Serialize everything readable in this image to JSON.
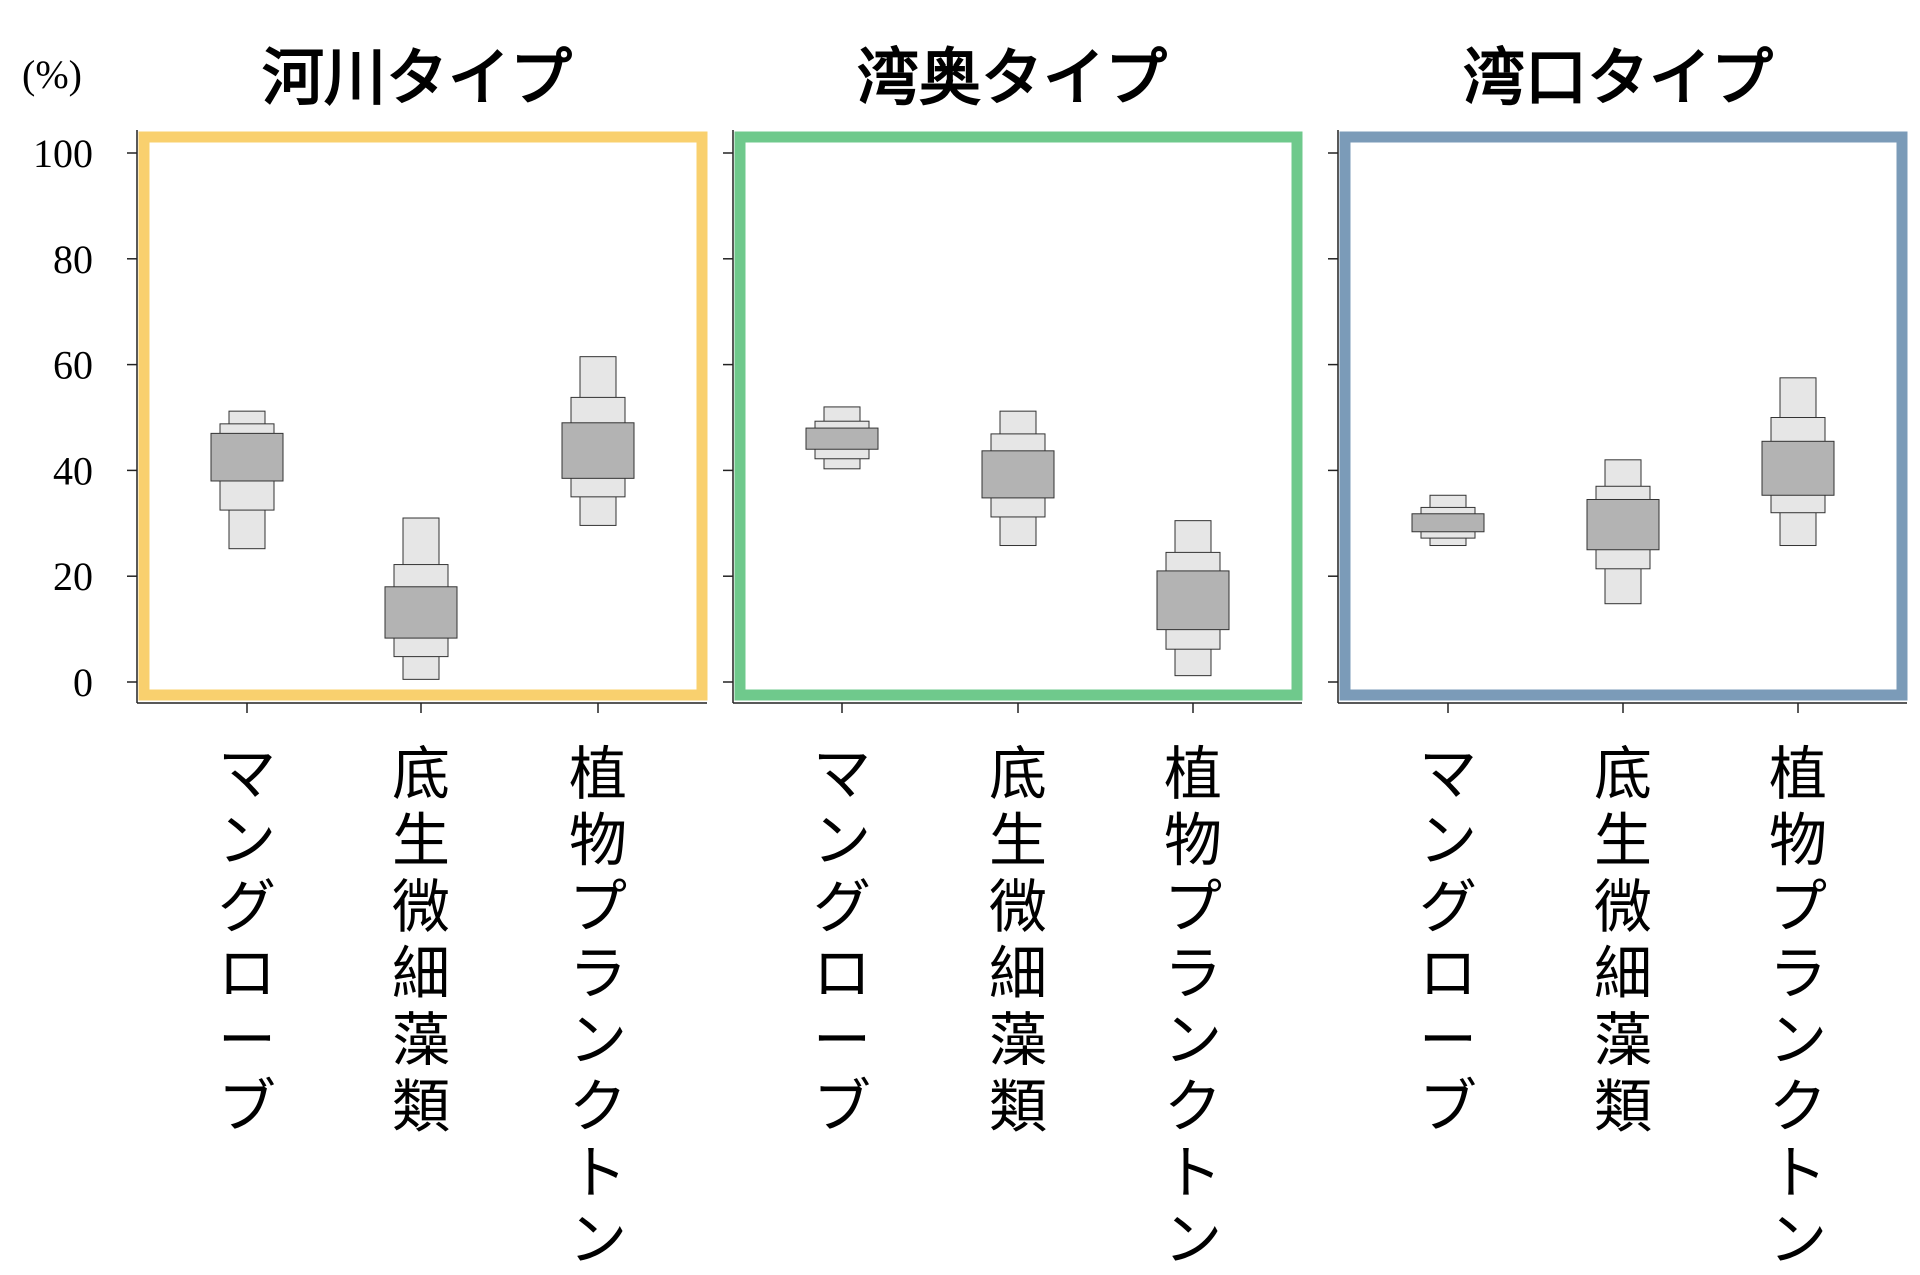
{
  "chart_data": {
    "type": "box",
    "y_unit": "(%)",
    "ylim": [
      0,
      100
    ],
    "yticks": [
      0,
      20,
      40,
      60,
      80,
      100
    ],
    "box_color_inner": "#b3b3b3",
    "box_color_outer": "#e6e6e6",
    "panels": [
      {
        "title": "河川タイプ",
        "frame_color": "#f9d06e",
        "categories": [
          "マングローブ",
          "底生微細藻類",
          "植物プランクトン"
        ],
        "boxes": [
          {
            "category": "マングローブ",
            "q_outer": [
              25.2,
              51.2
            ],
            "q_mid": [
              32.5,
              48.8
            ],
            "q_inner": [
              38.0,
              47.0
            ]
          },
          {
            "category": "底生微細藻類",
            "q_outer": [
              0.5,
              31.0
            ],
            "q_mid": [
              4.8,
              22.2
            ],
            "q_inner": [
              8.3,
              18.0
            ]
          },
          {
            "category": "植物プランクトン",
            "q_outer": [
              29.6,
              61.5
            ],
            "q_mid": [
              35.0,
              53.8
            ],
            "q_inner": [
              38.5,
              49.0
            ]
          }
        ]
      },
      {
        "title": "湾奥タイプ",
        "frame_color": "#6fc98c",
        "categories": [
          "マングローブ",
          "底生微細藻類",
          "植物プランクトン"
        ],
        "boxes": [
          {
            "category": "マングローブ",
            "q_outer": [
              40.3,
              52.0
            ],
            "q_mid": [
              42.2,
              49.3
            ],
            "q_inner": [
              44.0,
              48.0
            ]
          },
          {
            "category": "底生微細藻類",
            "q_outer": [
              25.8,
              51.2
            ],
            "q_mid": [
              31.2,
              46.9
            ],
            "q_inner": [
              34.8,
              43.7
            ]
          },
          {
            "category": "植物プランクトン",
            "q_outer": [
              1.2,
              30.5
            ],
            "q_mid": [
              6.2,
              24.5
            ],
            "q_inner": [
              9.9,
              21.0
            ]
          }
        ]
      },
      {
        "title": "湾口タイプ",
        "frame_color": "#7b9bb8",
        "categories": [
          "マングローブ",
          "底生微細藻類",
          "植物プランクトン"
        ],
        "boxes": [
          {
            "category": "マングローブ",
            "q_outer": [
              25.8,
              35.3
            ],
            "q_mid": [
              27.2,
              33.0
            ],
            "q_inner": [
              28.4,
              31.8
            ]
          },
          {
            "category": "底生微細藻類",
            "q_outer": [
              14.8,
              42.0
            ],
            "q_mid": [
              21.4,
              37.0
            ],
            "q_inner": [
              25.0,
              34.5
            ]
          },
          {
            "category": "植物プランクトン",
            "q_outer": [
              25.8,
              57.5
            ],
            "q_mid": [
              32.0,
              50.0
            ],
            "q_inner": [
              35.3,
              45.5
            ]
          }
        ]
      }
    ]
  }
}
